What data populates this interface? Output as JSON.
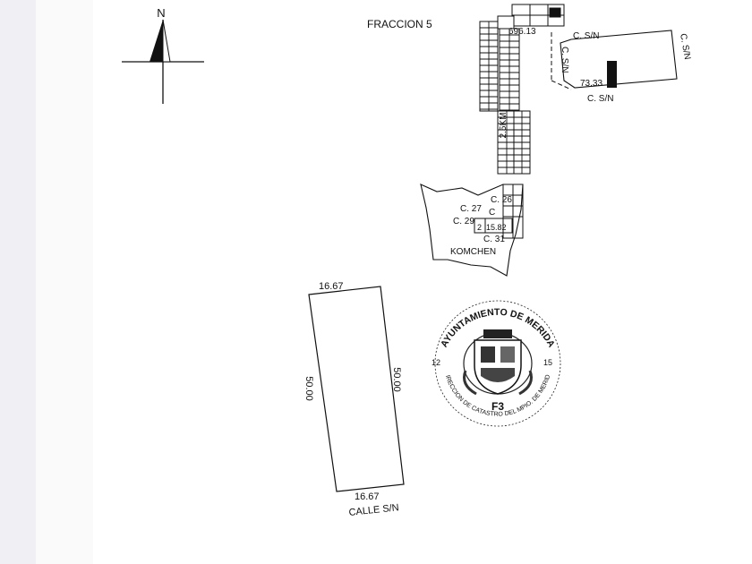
{
  "map": {
    "north_label": "N",
    "fraction_label": "FRACCION 5",
    "plot_dims": {
      "top": "16.67",
      "bottom": "16.67",
      "left": "50.00",
      "right": "50.00",
      "street": "CALLE S/N"
    },
    "parcel": {
      "street_top": "C. S/N",
      "street_right": "C. S/N",
      "street_left": "C. S/N",
      "street_bottom": "C. S/N",
      "dim_top": "696.13",
      "dim_bottom": "73.33"
    },
    "road_distance": "2.5KM",
    "town": {
      "name": "KOMCHEN",
      "street_27": "C. 27",
      "street_29": "C. 29",
      "street_31": "C. 31",
      "street_26": "C. 26",
      "street_c": "C",
      "block_2": "2",
      "block_dim": "15.82"
    }
  },
  "seal": {
    "top_text": "AYUNTAMIENTO DE MERIDA",
    "bottom_text": "DIRECCION DE CATASTRO DEL MPIO. DE MERIDA",
    "left_number": "12",
    "right_number": "15",
    "code": "F3"
  }
}
